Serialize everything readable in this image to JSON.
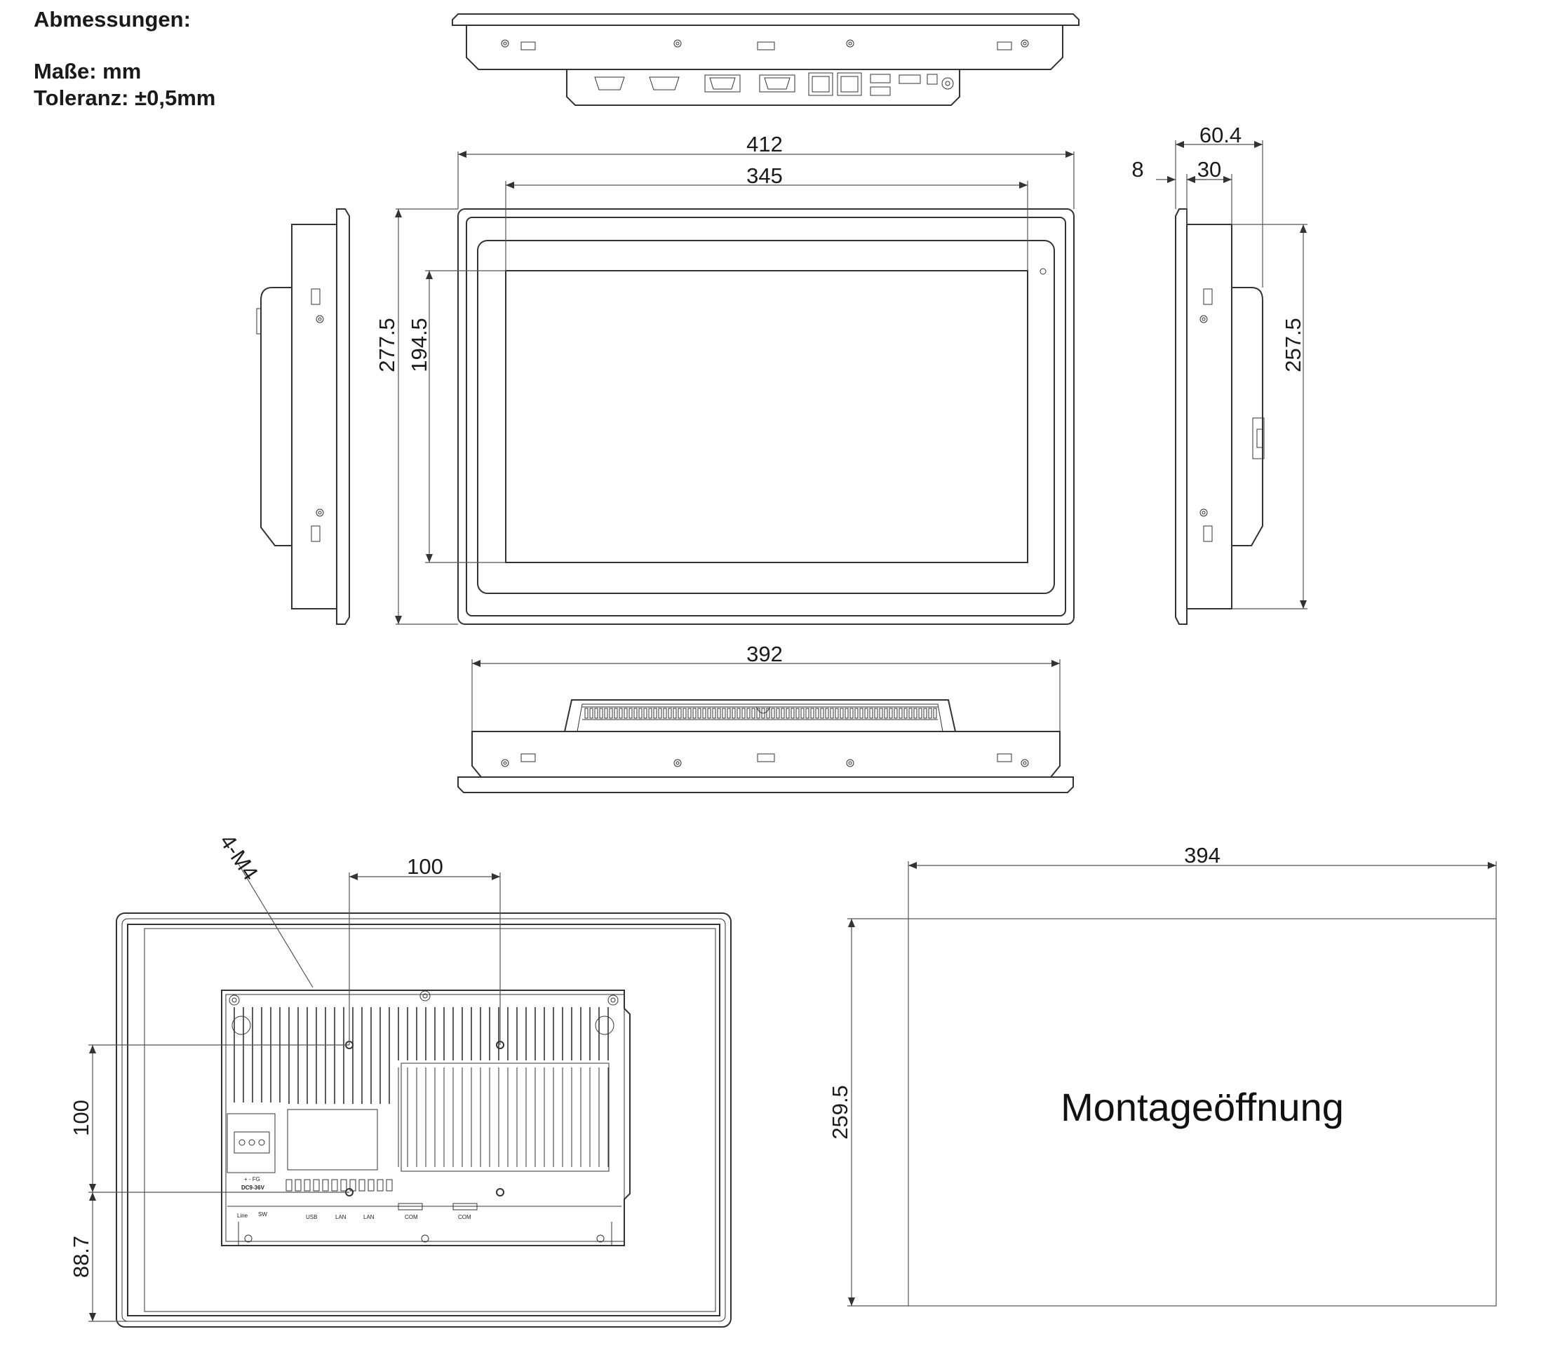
{
  "header": {
    "title": "Abmessungen:",
    "units": "Maße: mm",
    "tolerance": "Toleranz:  ±0,5mm"
  },
  "dimensions": {
    "width_overall": "412",
    "width_display": "345",
    "height_overall": "277.5",
    "height_display": "194.5",
    "depth_total": "60.4",
    "front_bezel": "8",
    "rear_housing": "30",
    "side_height": "257.5",
    "bottom_width": "392",
    "vesa_h": "100",
    "vesa_v": "100",
    "vesa_offset": "88.7",
    "screw_label": "4-M4",
    "cutout_width": "394",
    "cutout_height": "259.5"
  },
  "cutout": {
    "label": "Montageöffnung"
  },
  "rear_labels": {
    "power_terminal": "+  -  FG",
    "power_rating": "DC9-36V",
    "usb": "USB",
    "lan1": "LAN",
    "lan2": "LAN",
    "com1": "COM",
    "com2": "COM",
    "line": "Line",
    "sw": "SW"
  }
}
